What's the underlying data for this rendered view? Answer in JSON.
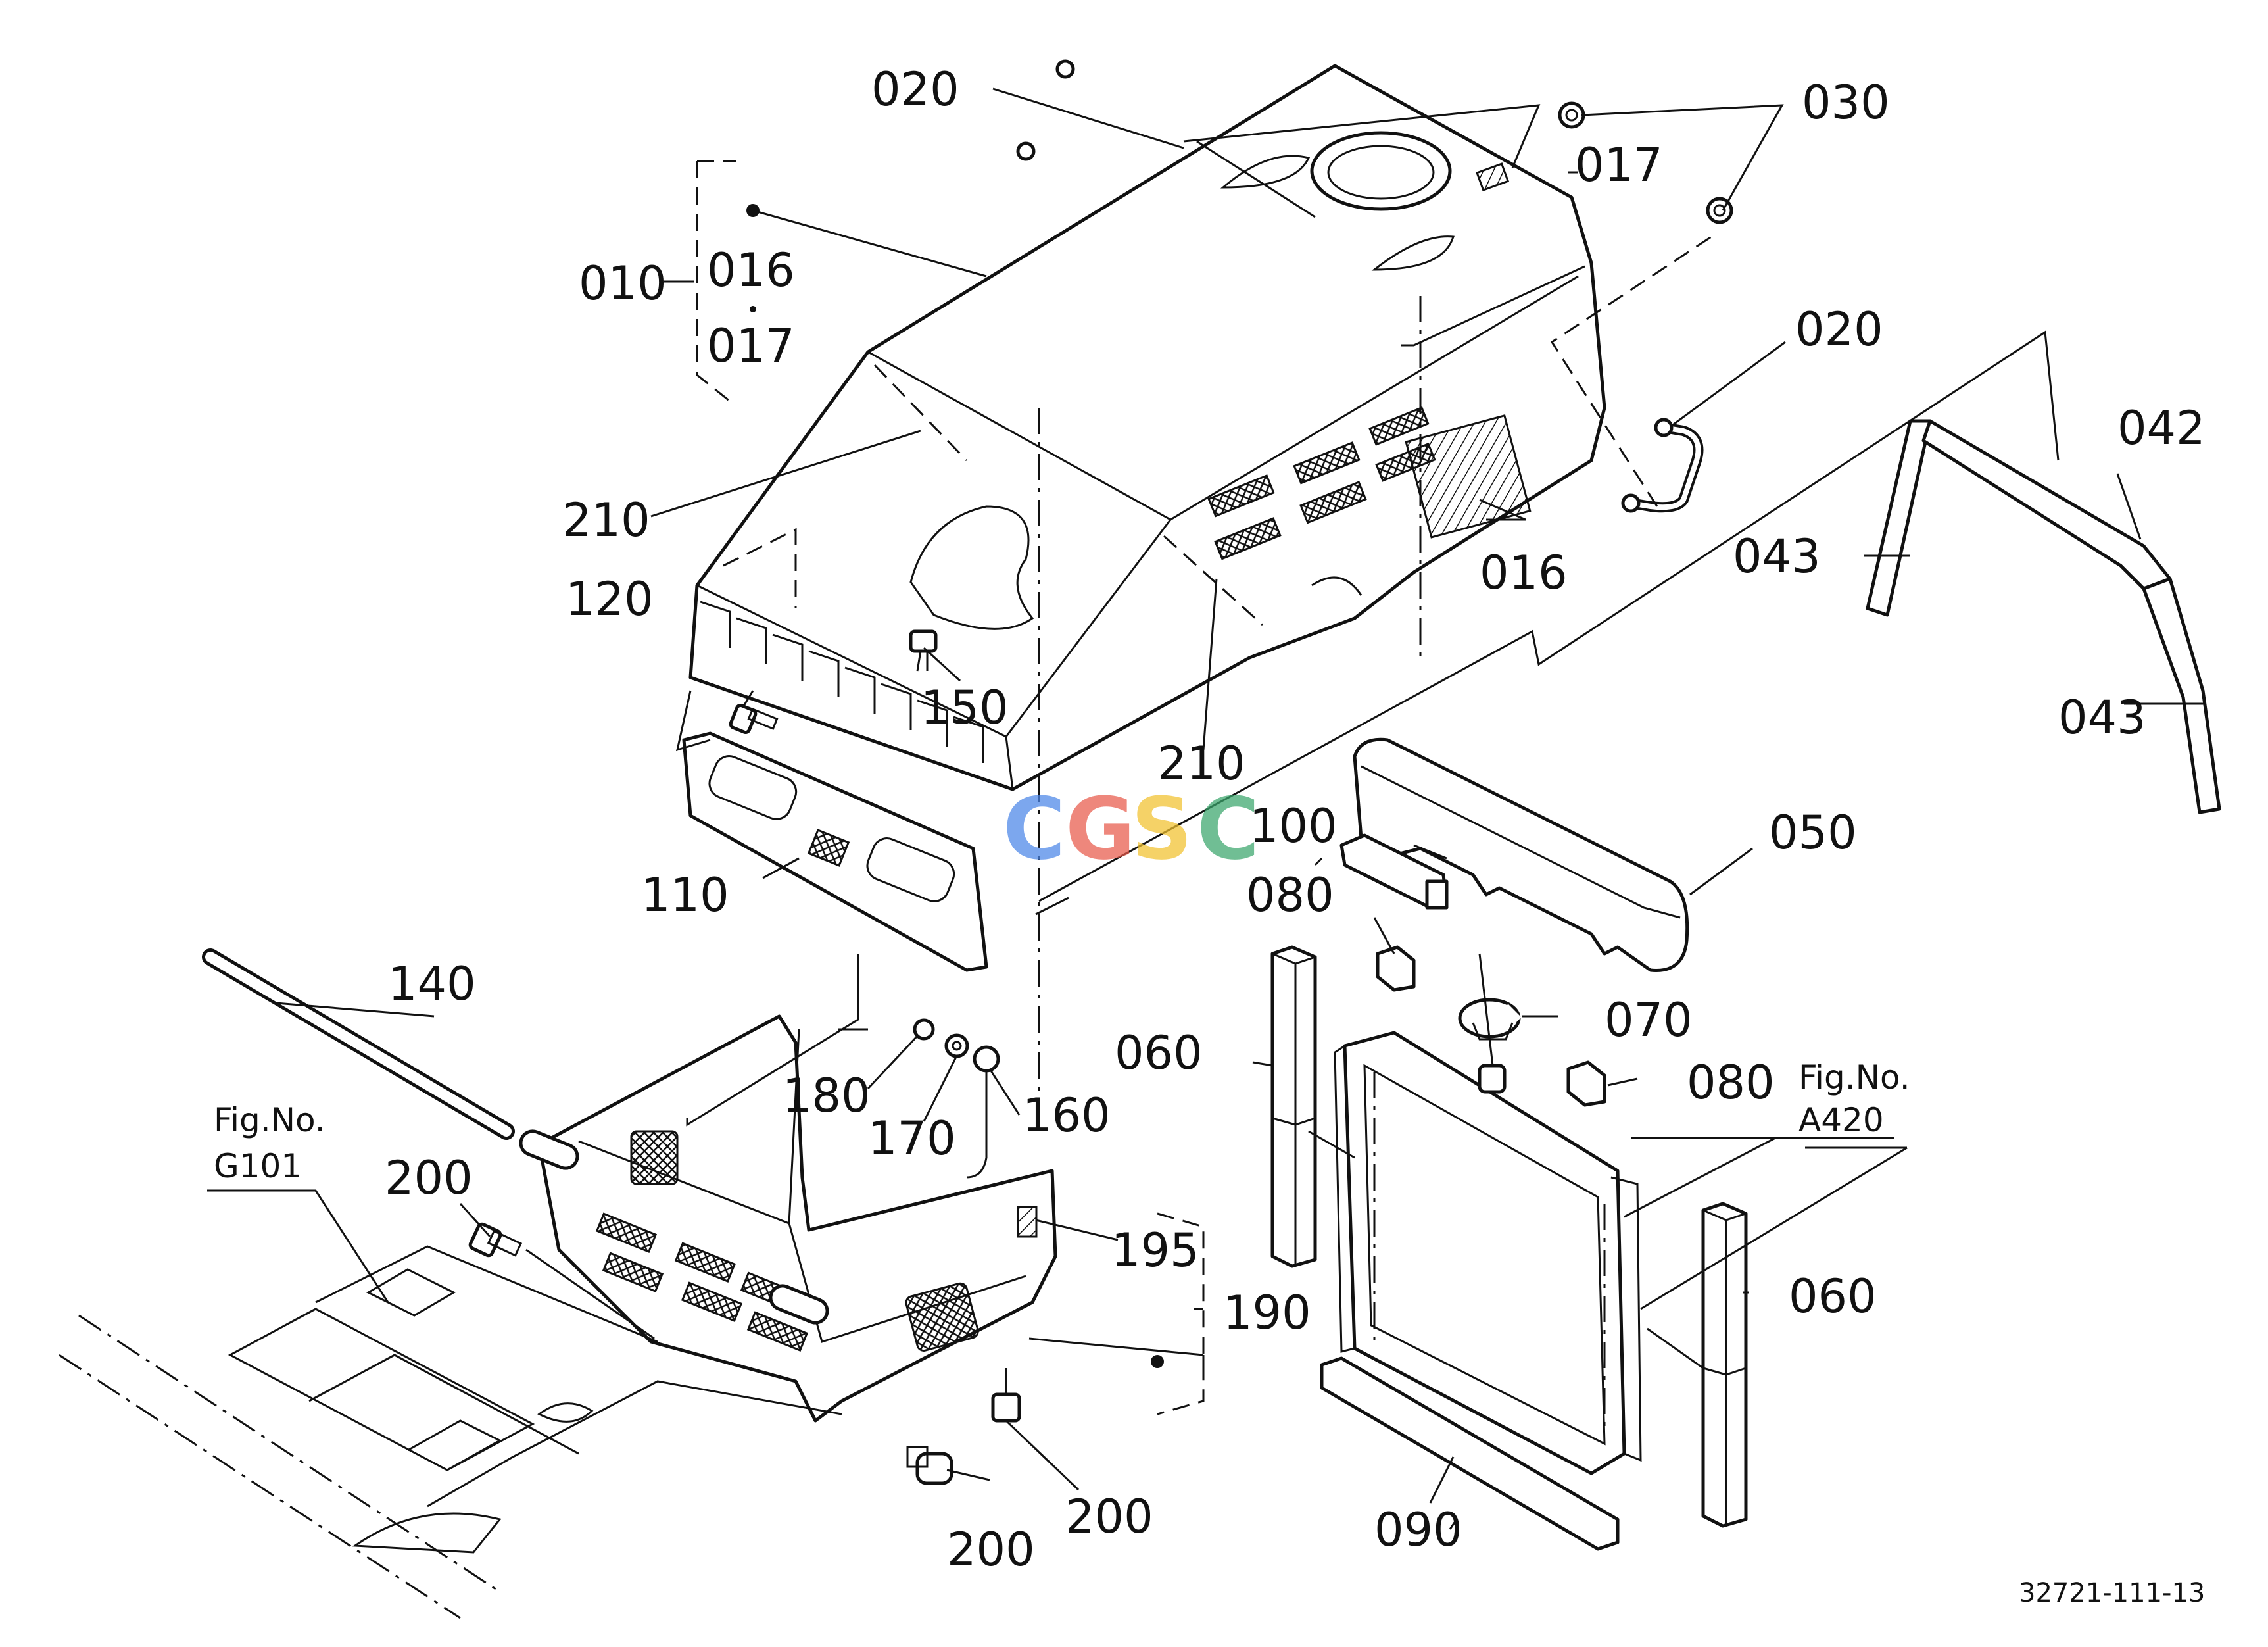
{
  "parts": {
    "p010": "010",
    "p016a": "016",
    "p017a": "017",
    "p017b": "017",
    "p020a": "020",
    "p020b": "020",
    "p030": "030",
    "p042": "042",
    "p043a": "043",
    "p043b": "043",
    "p016b": "016",
    "p210a": "210",
    "p210b": "210",
    "p120": "120",
    "p150": "150",
    "p110": "110",
    "p100": "100",
    "p080a": "080",
    "p050": "050",
    "p140": "140",
    "p060a": "060",
    "p070": "070",
    "p080b": "080",
    "p180": "180",
    "p170": "170",
    "p160": "160",
    "p200a": "200",
    "p195": "195",
    "p190": "190",
    "p200b": "200",
    "p200c": "200",
    "p060b": "060",
    "p090": "090"
  },
  "figure_refs": {
    "g101_title": "Fig.No.",
    "g101_code": "G101",
    "a420_title": "Fig.No.",
    "a420_code": "A420"
  },
  "drawing_number": "32721-111-13",
  "watermark": {
    "letters": [
      "C",
      "G",
      "S",
      "C"
    ],
    "colors": [
      "#4a86e8",
      "#e8594a",
      "#f2c12e",
      "#3aa66b"
    ]
  }
}
